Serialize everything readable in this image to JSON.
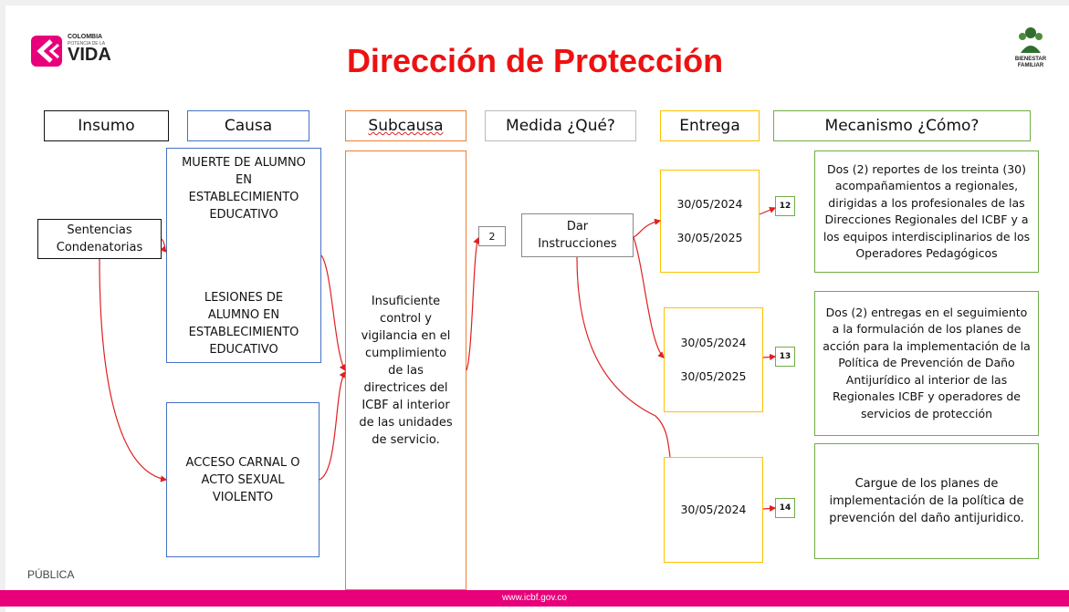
{
  "title": "Dirección de Protección",
  "logo_left": {
    "line1": "COLOMBIA",
    "line2": "POTENCIA DE LA",
    "line3": "VIDA"
  },
  "logo_right": {
    "line1": "BIENESTAR",
    "line2": "FAMILIAR"
  },
  "headers": {
    "insumo": "Insumo",
    "causa": "Causa",
    "subcausa": "Subcausa",
    "medida": "Medida ¿Qué?",
    "entrega": "Entrega",
    "mecanismo": "Mecanismo ¿Cómo?"
  },
  "insumo": "Sentencias Condenatorias",
  "causas": {
    "c1": "MUERTE DE ALUMNO EN ESTABLECIMIENTO EDUCATIVO",
    "c2": "LESIONES DE ALUMNO EN ESTABLECIMIENTO EDUCATIVO",
    "c3": "ACCESO CARNAL O ACTO SEXUAL VIOLENTO"
  },
  "subcausa": "Insuficiente control y vigilancia en el cumplimiento de las directrices del ICBF al interior de las unidades de servicio.",
  "medida_num": "2",
  "medida": "Dar Instrucciones",
  "entregas": [
    {
      "date1": "30/05/2024",
      "date2": "30/05/2025",
      "num": "12"
    },
    {
      "date1": "30/05/2024",
      "date2": "30/05/2025",
      "num": "13"
    },
    {
      "date1": "30/05/2024",
      "date2": "",
      "num": "14"
    }
  ],
  "mecanismos": [
    "Dos (2) reportes de los treinta (30) acompañamientos a regionales, dirigidas a los profesionales de las Direcciones Regionales del ICBF y a los equipos interdisciplinarios de los Operadores Pedagógicos",
    "Dos (2) entregas en el seguimiento a la formulación de los planes de acción  para la implementación de la Política de Prevención de Daño Antijurídico al interior de las Regionales ICBF y operadores de servicios de protección",
    "Cargue de los planes de implementación de la política de prevención del daño antijuridico."
  ],
  "classification": "PÚBLICA",
  "footer_url": "www.icbf.gov.co",
  "colors": {
    "title_red": "#ee1111",
    "causa_blue": "#4472c4",
    "subcausa_orange": "#ed7d31",
    "entrega_yellow": "#ffc000",
    "mecanismo_green": "#70ad47",
    "footer_pink": "#e8007a",
    "arrow_red": "#e02020"
  }
}
